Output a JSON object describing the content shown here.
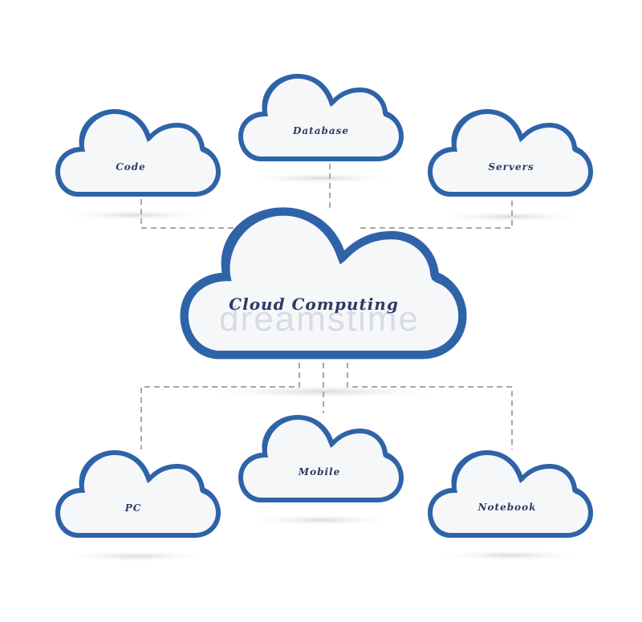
{
  "diagram": {
    "center_node": {
      "label": "Cloud Computing"
    },
    "nodes": [
      {
        "id": "code",
        "label": "Code"
      },
      {
        "id": "database",
        "label": "Database"
      },
      {
        "id": "servers",
        "label": "Servers"
      },
      {
        "id": "pc",
        "label": "PC"
      },
      {
        "id": "mobile",
        "label": "Mobile"
      },
      {
        "id": "notebook",
        "label": "Notebook"
      }
    ],
    "watermark": "dreamstime"
  },
  "colors": {
    "cloud_outline": "#2e63a8",
    "cloud_fill": "#f6f7f9",
    "connector": "#a8a8a8",
    "label_text": "#2f3a66"
  }
}
